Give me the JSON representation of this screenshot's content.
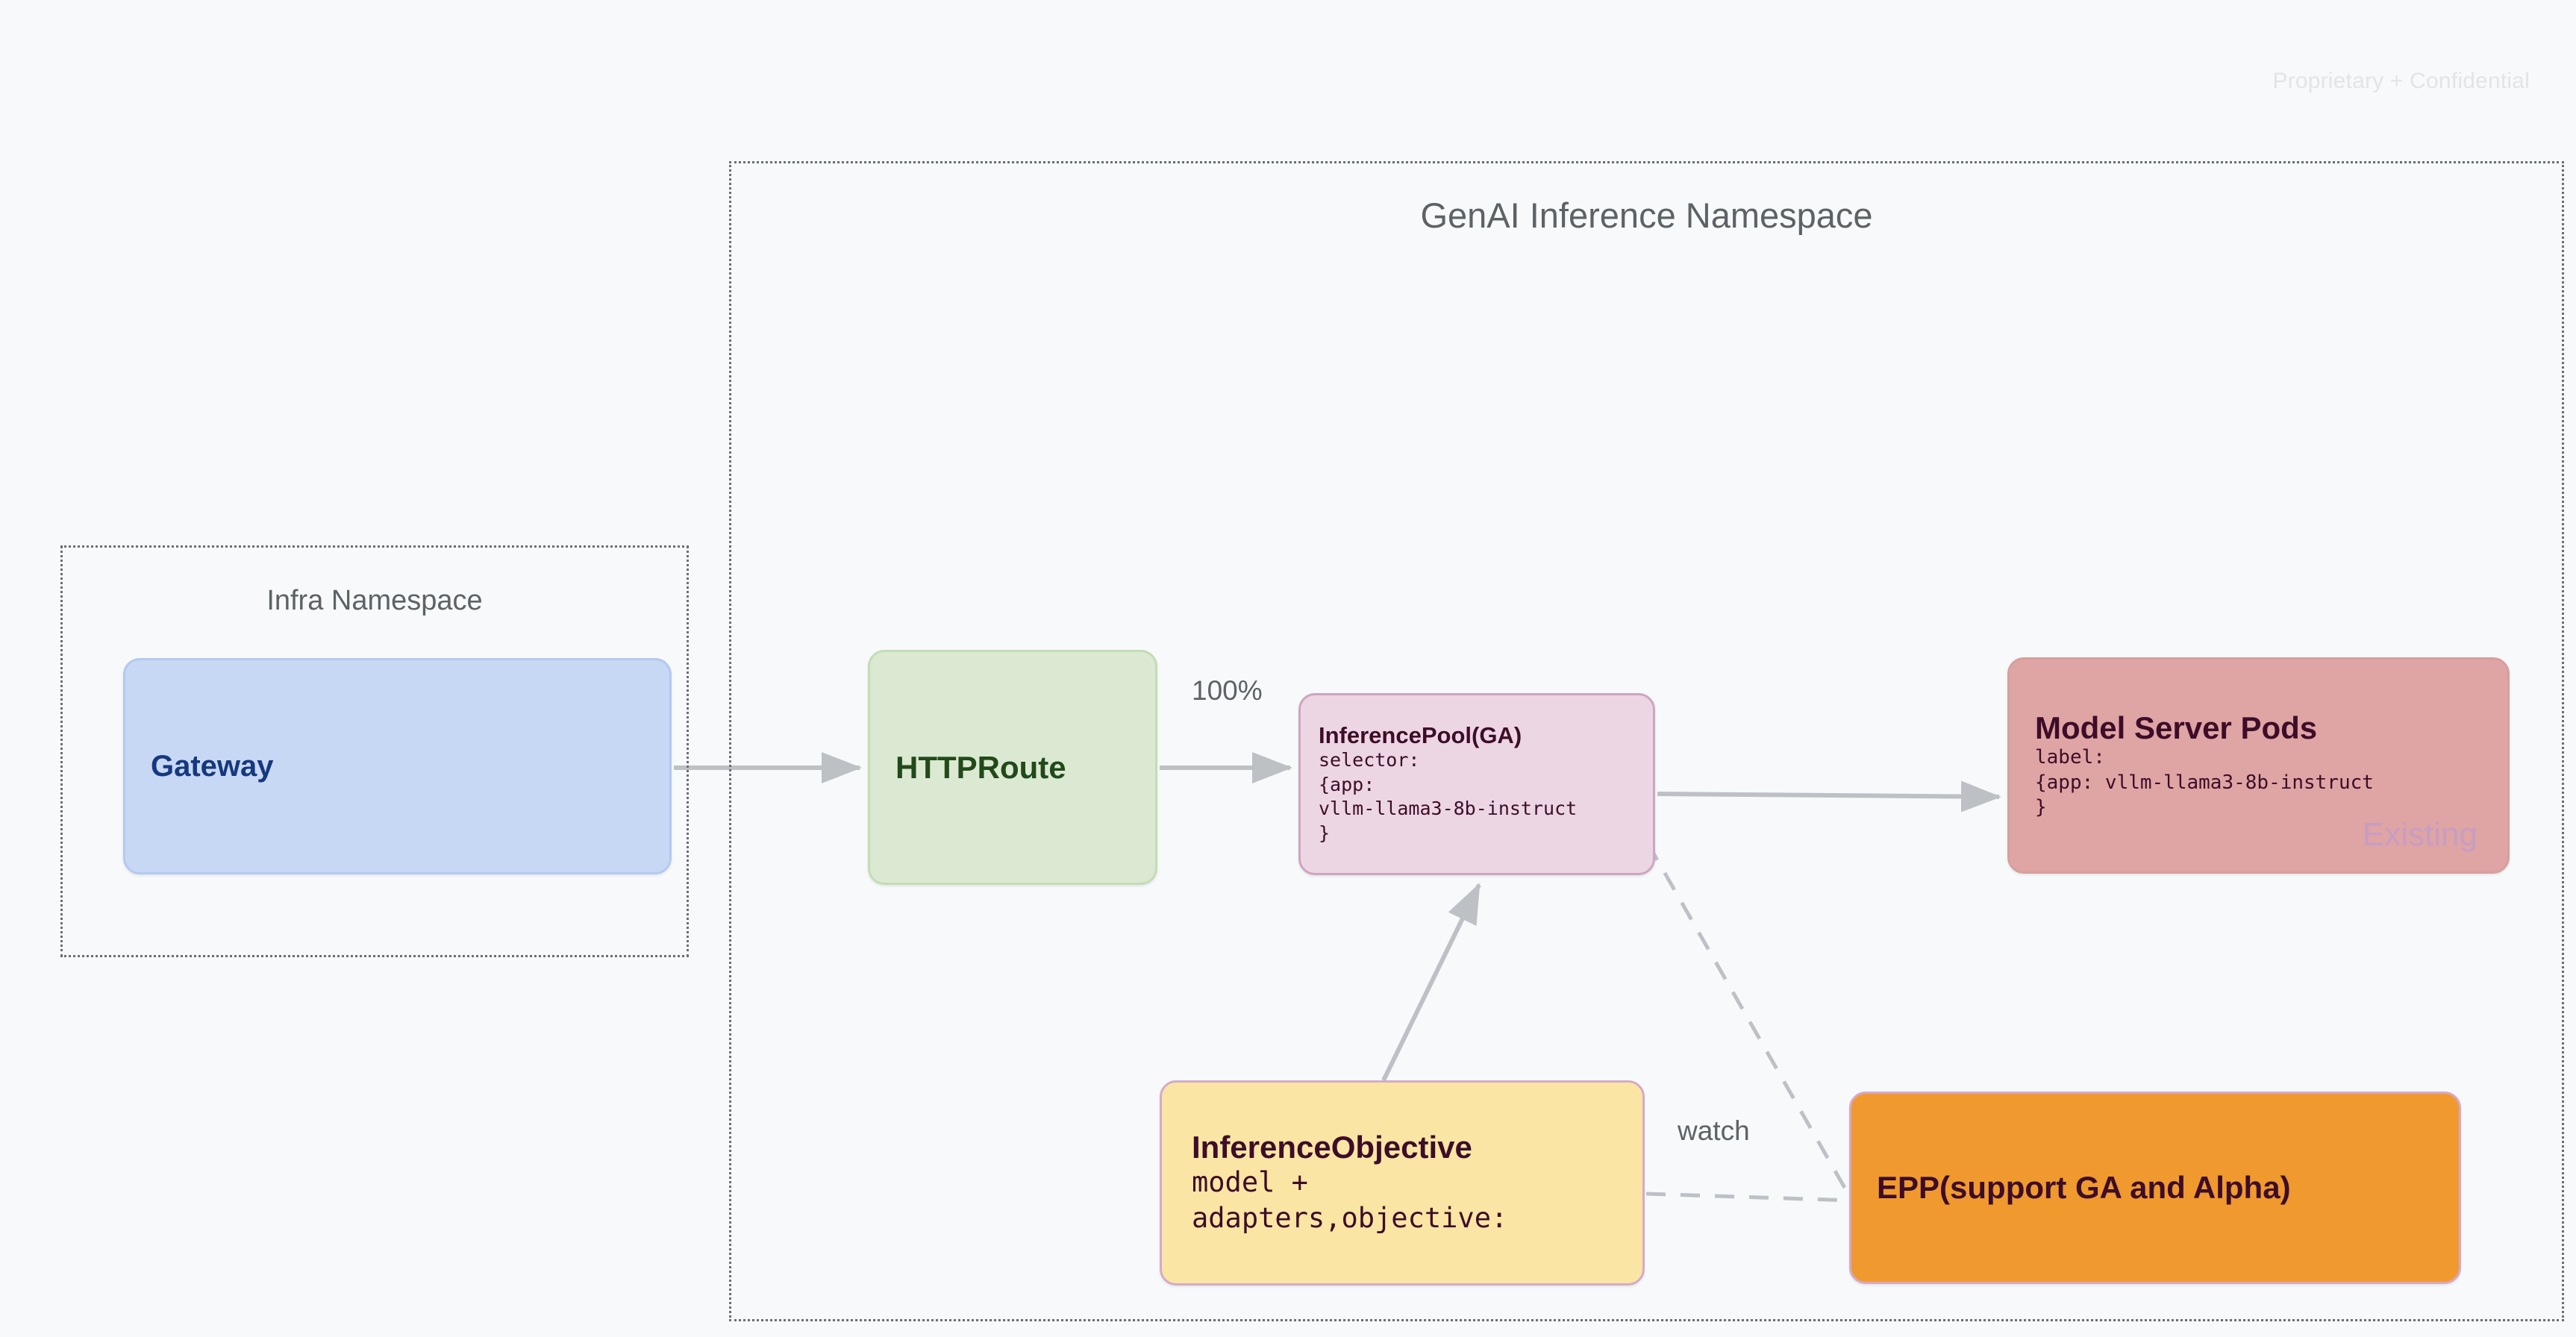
{
  "page": {
    "confidential_notice": "Proprietary + Confidential",
    "background_color": "#f7f9fa"
  },
  "namespaces": [
    {
      "id": "genai",
      "title": "GenAI Inference Namespace",
      "border_style": "dotted",
      "border_color": "#6a6f74"
    },
    {
      "id": "infra",
      "title": "Infra Namespace",
      "border_style": "dotted",
      "border_color": "#6a6f74"
    }
  ],
  "nodes": [
    {
      "id": "gateway",
      "title": "Gateway",
      "detail": "",
      "fill": "#c7d8f5",
      "stroke": "#b4c9ef",
      "text_color": "#16387e"
    },
    {
      "id": "httproute",
      "title": "HTTPRoute",
      "detail": "",
      "fill": "#dbe9d2",
      "stroke": "#c3ddb4",
      "text_color": "#22491a"
    },
    {
      "id": "inferencepool",
      "title": "InferencePool(GA)",
      "detail": "selector:\n{app:\nvllm-llama3-8b-instruct\n}",
      "fill": "#ecd6e3",
      "stroke": "#cda5c2",
      "text_color": "#3d0d28"
    },
    {
      "id": "modelserver",
      "title": "Model Server Pods",
      "detail": "label:\n{app: vllm-llama3-8b-instruct\n}",
      "badge": "Existing",
      "badge_color": "#c79dc4",
      "fill": "#dfa4a4",
      "stroke": "#d79f9f",
      "text_color": "#3d0d28"
    },
    {
      "id": "inferenceobjective",
      "title": "InferenceObjective",
      "detail": "model +\nadapters,objective:",
      "fill": "#fbe5a4",
      "stroke": "#d4abc8",
      "text_color": "#3d0d28"
    },
    {
      "id": "epp",
      "title": "EPP(support GA and Alpha)",
      "detail": "",
      "fill": "#f0992f",
      "stroke": "#d8a8c6",
      "text_color": "#3d0d28"
    }
  ],
  "edges": [
    {
      "id": "gateway-to-httproute",
      "label": "",
      "style": "solid",
      "from": "gateway",
      "to": "httproute"
    },
    {
      "id": "httproute-to-inferencepool",
      "label": "100%",
      "style": "solid",
      "from": "httproute",
      "to": "inferencepool"
    },
    {
      "id": "inferencepool-to-modelserver",
      "label": "",
      "style": "solid",
      "from": "inferencepool",
      "to": "modelserver"
    },
    {
      "id": "inferenceobjective-to-inferencepool",
      "label": "",
      "style": "solid",
      "from": "inferenceobjective",
      "to": "inferencepool"
    },
    {
      "id": "inferencepool-to-epp",
      "label": "",
      "style": "dashed",
      "from": "inferencepool",
      "to": "epp"
    },
    {
      "id": "inferenceobjective-to-epp",
      "label": "watch",
      "style": "dashed",
      "from": "inferenceobjective",
      "to": "epp"
    }
  ],
  "colors": {
    "edge_stroke": "#bdc1c6",
    "namespace_border": "#6a6f74",
    "label_text": "#5d6266",
    "watermark_text": "#e2e4e6"
  }
}
